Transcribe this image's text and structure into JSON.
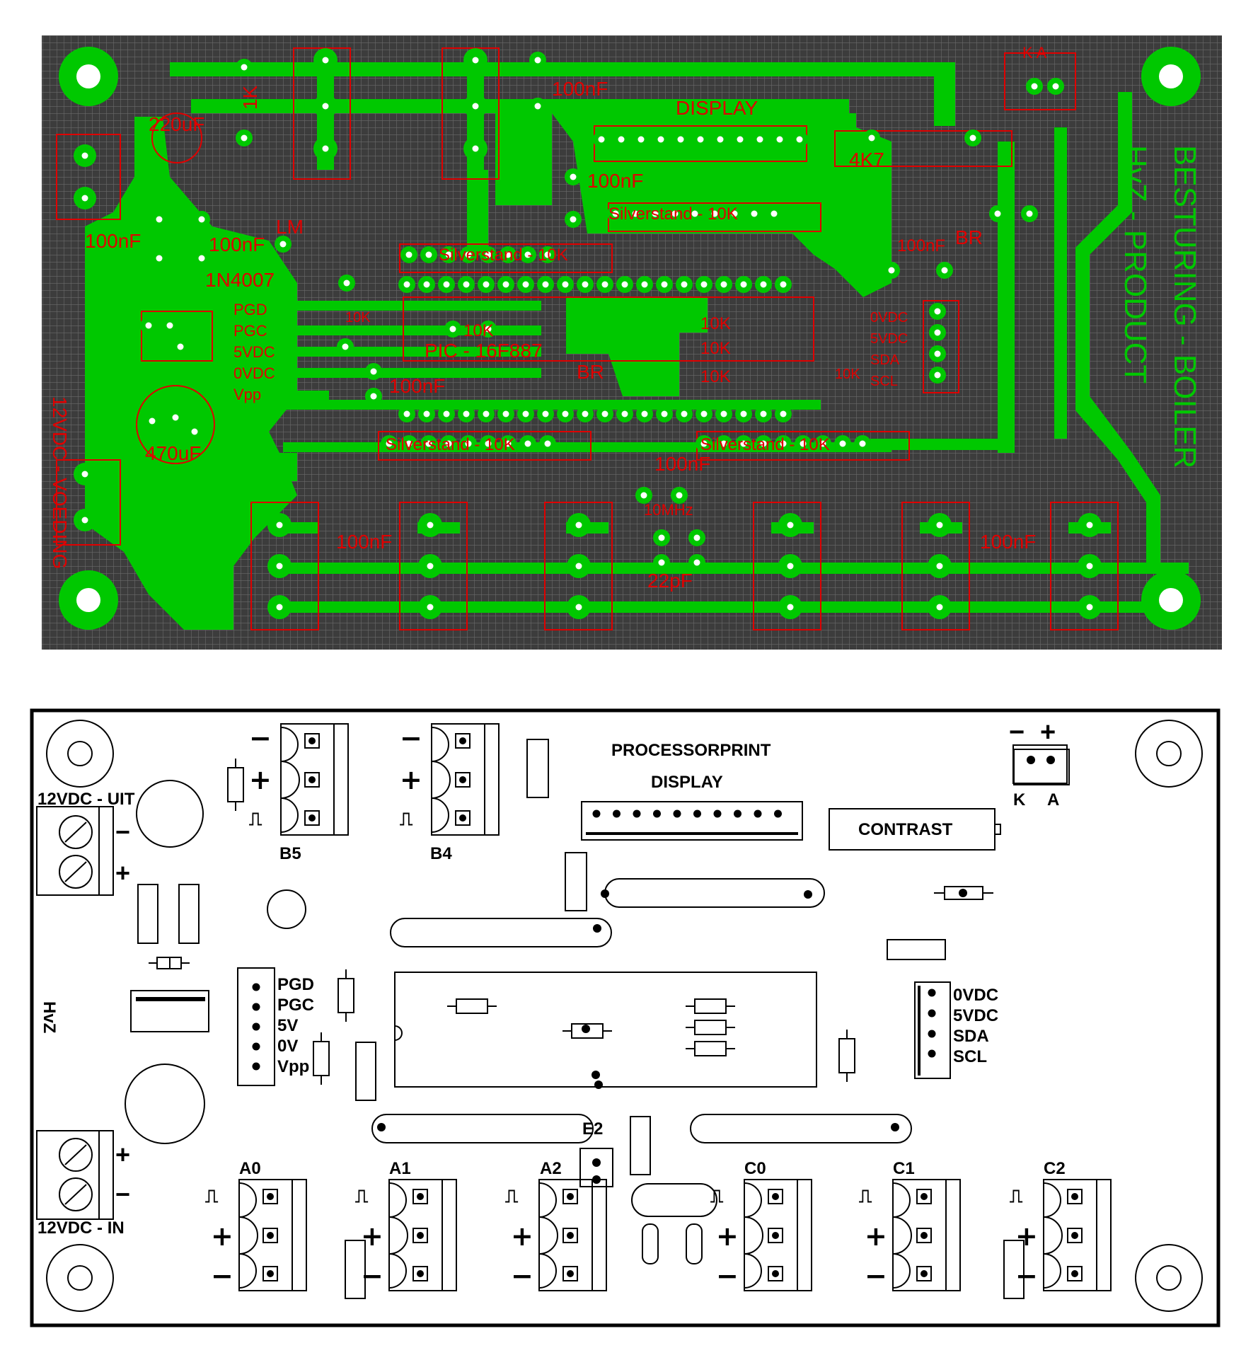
{
  "top_board": {
    "labels": {
      "cap_220uf": "220uF",
      "res_1k": "1K",
      "cap_100nf_a": "100nF",
      "display": "DISPLAY",
      "cap_100nf_b": "100nF",
      "silverstand_1": "Silverstand - 10K",
      "res_4k7": "4K7",
      "silverstand_2": "Silverstand - 10K",
      "cap_100nf_c": "100nF",
      "cap_100nf_d": "100nF",
      "diode_1n4007": "1N4007",
      "lm": "LM",
      "pgd": "PGD",
      "pgc": "PGC",
      "v5": "5VDC",
      "v0": "0VDC",
      "vpp": "Vpp",
      "res_10k_a": "10K",
      "res_10k_b": "10K",
      "pic": "PIC - 16F887",
      "br1": "BR",
      "res_10k_c": "10K",
      "res_10k_d": "10K",
      "res_10k_e": "10K",
      "cap_100nf_e": "100nF",
      "cap_100nf_f": "100nF",
      "br2": "BR",
      "k_a": "K A",
      "res_10k_f": "10K",
      "sig_0vdc": "0VDC",
      "sig_5vdc": "5VDC",
      "sig_sda": "SDA",
      "sig_scl": "SCL",
      "cap_470uf": "470uF",
      "silverstand_3": "Silverstand - 10K",
      "silverstand_4": "Silverstand - 10K",
      "cap_100nf_g": "100nF",
      "xtal": "10MHz",
      "cap_22pf": "22pF",
      "cap_100nf_h": "100nF",
      "cap_100nf_i": "100nF",
      "side_left": "12VDC - VOEDING",
      "side_right_1": "BESTURING - BOILER",
      "side_right_2": "HvZ - PRODUCT"
    }
  },
  "bottom_board": {
    "labels": {
      "processorprint": "PROCESSORPRINT",
      "display": "DISPLAY",
      "contrast": "CONTRAST",
      "k": "K",
      "a": "A",
      "minus": "−",
      "plus": "+",
      "out_12v": "12VDC - UIT",
      "in_12v": "12VDC - IN",
      "b5": "B5",
      "b4": "B4",
      "a0": "A0",
      "a1": "A1",
      "a2": "A2",
      "c0": "C0",
      "c1": "C1",
      "c2": "C2",
      "e2": "E2",
      "hvz": "HvZ",
      "prog_pgd": "PGD",
      "prog_pgc": "PGC",
      "prog_5v": "5V",
      "prog_0v": "0V",
      "prog_vpp": "Vpp",
      "i2c_0vdc": "0VDC",
      "i2c_5vdc": "5VDC",
      "i2c_sda": "SDA",
      "i2c_scl": "SCL"
    }
  },
  "colors": {
    "copper": "#00c800",
    "grid_bg": "#3c3c3c",
    "silkscreen": "#e00000",
    "pad_hole": "#ffffff"
  }
}
